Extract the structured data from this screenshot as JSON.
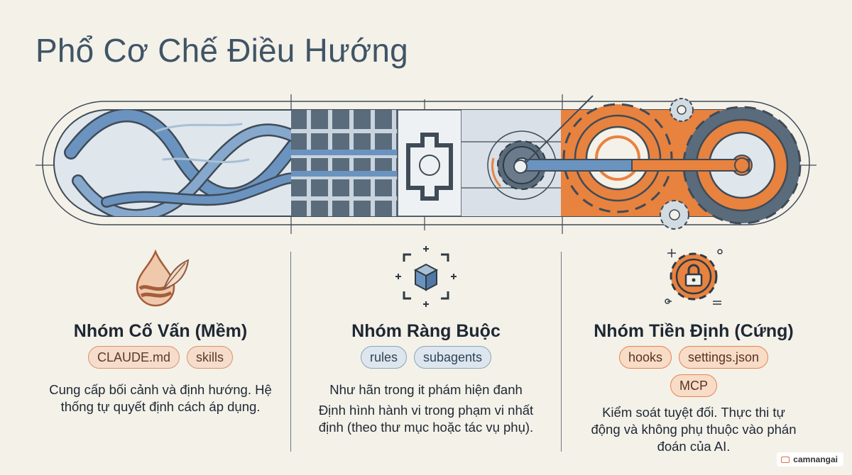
{
  "title": "Phổ Cơ Chế Điều Hướng",
  "colors": {
    "blue": "#6b93bf",
    "slate": "#5a6b7b",
    "orange": "#e8823f",
    "background": "#f4f1e9"
  },
  "columns": [
    {
      "icon": "water-drop-feather-icon",
      "heading": "Nhóm Cố Vấn (Mềm)",
      "tags": [
        "CLAUDE.md",
        "skills"
      ],
      "description": "Cung cấp bối cảnh và định hướng. Hệ thống tự quyết định cách áp dụng."
    },
    {
      "icon": "box-in-frame-icon",
      "heading": "Nhóm Ràng Buộc",
      "tags": [
        "rules",
        "subagents"
      ],
      "subtext": "Như hãn trong it phám hiện đanh",
      "description": "Định hình hành vi trong phạm vi nhất định (theo thư mục hoặc tác vụ phụ)."
    },
    {
      "icon": "gear-lock-icon",
      "heading": "Nhóm Tiền Định (Cứng)",
      "tags": [
        "hooks",
        "settings.json",
        "MCP"
      ],
      "description": "Kiểm soát tuyệt đối. Thực thi tự động và không phụ thuộc vào phán đoán của AI."
    }
  ],
  "brand": "camnangai"
}
